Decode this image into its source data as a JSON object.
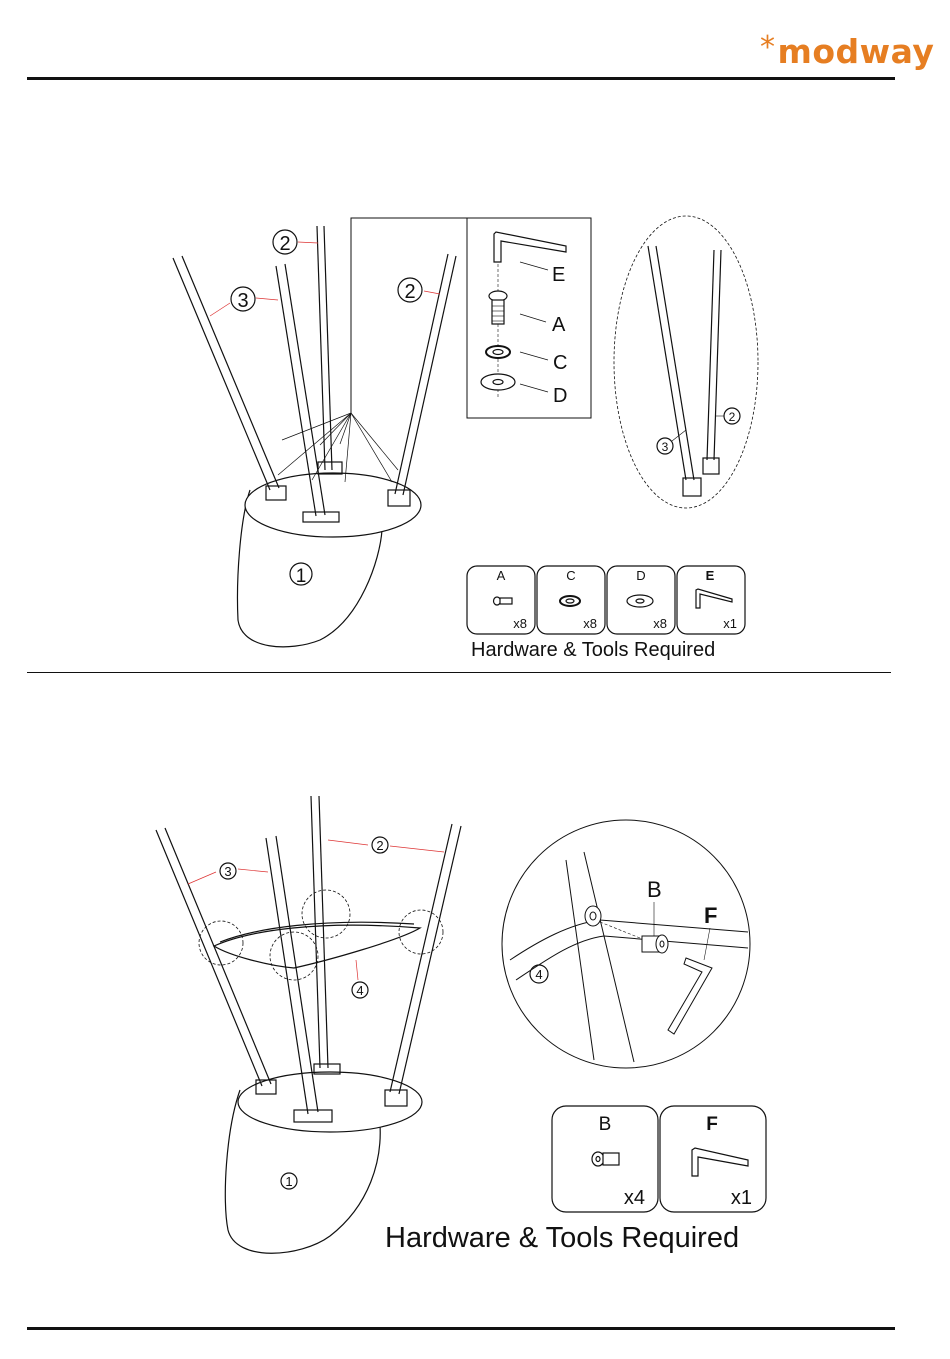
{
  "header": {
    "brand": "modway",
    "brand_mark": "*",
    "brand_color": "#e67e22"
  },
  "step1": {
    "part_labels": {
      "seat": "1",
      "leg_front": "2",
      "leg_back": "3"
    },
    "detail_labels": [
      "E",
      "A",
      "C",
      "D"
    ],
    "hardware": [
      {
        "code": "A",
        "qty": "x8",
        "icon": "bolt-icon"
      },
      {
        "code": "C",
        "qty": "x8",
        "icon": "lock-washer-icon"
      },
      {
        "code": "D",
        "qty": "x8",
        "icon": "flat-washer-icon"
      },
      {
        "code": "E",
        "qty": "x1",
        "icon": "allen-key-icon"
      }
    ],
    "hardware_title": "Hardware & Tools Required"
  },
  "step2": {
    "part_labels": {
      "seat": "1",
      "leg_front": "2",
      "leg_back": "3",
      "ring": "4"
    },
    "detail_labels": [
      "B",
      "F"
    ],
    "hardware": [
      {
        "code": "B",
        "qty": "x4",
        "icon": "bolt-icon"
      },
      {
        "code": "F",
        "qty": "x1",
        "icon": "allen-key-icon"
      }
    ],
    "hardware_title": "Hardware & Tools Required"
  }
}
